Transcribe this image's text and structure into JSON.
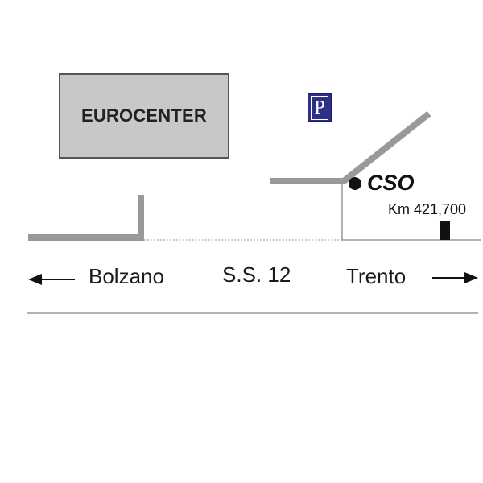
{
  "map": {
    "building": {
      "label": "EUROCENTER"
    },
    "parking": {
      "label": "P",
      "color": "#2e2f86"
    },
    "site": {
      "label": "CSO"
    },
    "milestone": {
      "label": "Km 421,700"
    },
    "directions": {
      "left": "Bolzano",
      "road": "S.S. 12",
      "right": "Trento"
    },
    "colors": {
      "road_gray": "#999999",
      "building_fill": "#c8c8c8",
      "outline": "#555555"
    }
  }
}
